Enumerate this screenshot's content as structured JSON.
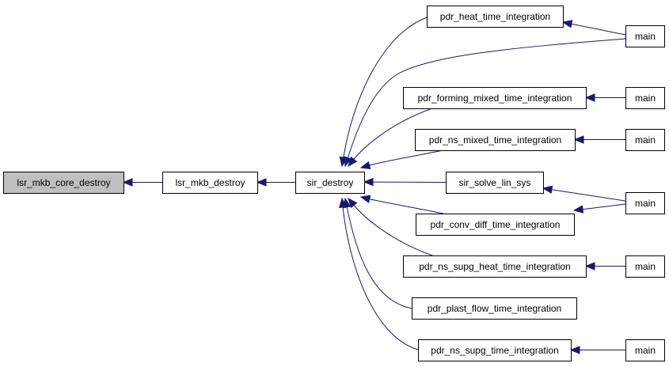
{
  "colors": {
    "edge": "#191970",
    "node_border": "#000000",
    "root_fill": "#bfbfbf",
    "node_fill": "#ffffff"
  },
  "nodes": [
    {
      "id": "lsr_mkb_core_destroy",
      "label": "lsr_mkb_core_destroy",
      "highlighted": true
    },
    {
      "id": "lsr_mkb_destroy",
      "label": "lsr_mkb_destroy"
    },
    {
      "id": "sir_destroy",
      "label": "sir_destroy"
    },
    {
      "id": "pdr_heat_time_integration",
      "label": "pdr_heat_time_integration"
    },
    {
      "id": "pdr_forming_mixed_time_integration",
      "label": "pdr_forming_mixed_time_integration"
    },
    {
      "id": "pdr_ns_mixed_time_integration",
      "label": "pdr_ns_mixed_time_integration"
    },
    {
      "id": "sir_solve_lin_sys",
      "label": "sir_solve_lin_sys"
    },
    {
      "id": "pdr_conv_diff_time_integration",
      "label": "pdr_conv_diff_time_integration"
    },
    {
      "id": "pdr_ns_supg_heat_time_integration",
      "label": "pdr_ns_supg_heat_time_integration"
    },
    {
      "id": "pdr_plast_flow_time_integration",
      "label": "pdr_plast_flow_time_integration"
    },
    {
      "id": "pdr_ns_supg_time_integration",
      "label": "pdr_ns_supg_time_integration"
    },
    {
      "id": "main_1",
      "label": "main"
    },
    {
      "id": "main_2",
      "label": "main"
    },
    {
      "id": "main_3",
      "label": "main"
    },
    {
      "id": "main_4",
      "label": "main"
    },
    {
      "id": "main_5",
      "label": "main"
    },
    {
      "id": "main_6",
      "label": "main"
    }
  ],
  "edges": [
    {
      "from": "lsr_mkb_destroy",
      "to": "lsr_mkb_core_destroy"
    },
    {
      "from": "sir_destroy",
      "to": "lsr_mkb_destroy"
    },
    {
      "from": "pdr_heat_time_integration",
      "to": "sir_destroy"
    },
    {
      "from": "main_1",
      "to": "sir_destroy"
    },
    {
      "from": "pdr_forming_mixed_time_integration",
      "to": "sir_destroy"
    },
    {
      "from": "pdr_ns_mixed_time_integration",
      "to": "sir_destroy"
    },
    {
      "from": "sir_solve_lin_sys",
      "to": "sir_destroy"
    },
    {
      "from": "pdr_conv_diff_time_integration",
      "to": "sir_destroy"
    },
    {
      "from": "pdr_ns_supg_heat_time_integration",
      "to": "sir_destroy"
    },
    {
      "from": "pdr_plast_flow_time_integration",
      "to": "sir_destroy"
    },
    {
      "from": "pdr_ns_supg_time_integration",
      "to": "sir_destroy"
    },
    {
      "from": "main_1",
      "to": "pdr_heat_time_integration"
    },
    {
      "from": "main_2",
      "to": "pdr_forming_mixed_time_integration"
    },
    {
      "from": "main_3",
      "to": "pdr_ns_mixed_time_integration"
    },
    {
      "from": "main_4",
      "to": "sir_solve_lin_sys"
    },
    {
      "from": "main_4",
      "to": "pdr_conv_diff_time_integration"
    },
    {
      "from": "main_5",
      "to": "pdr_ns_supg_heat_time_integration"
    },
    {
      "from": "main_6",
      "to": "pdr_ns_supg_time_integration"
    }
  ]
}
